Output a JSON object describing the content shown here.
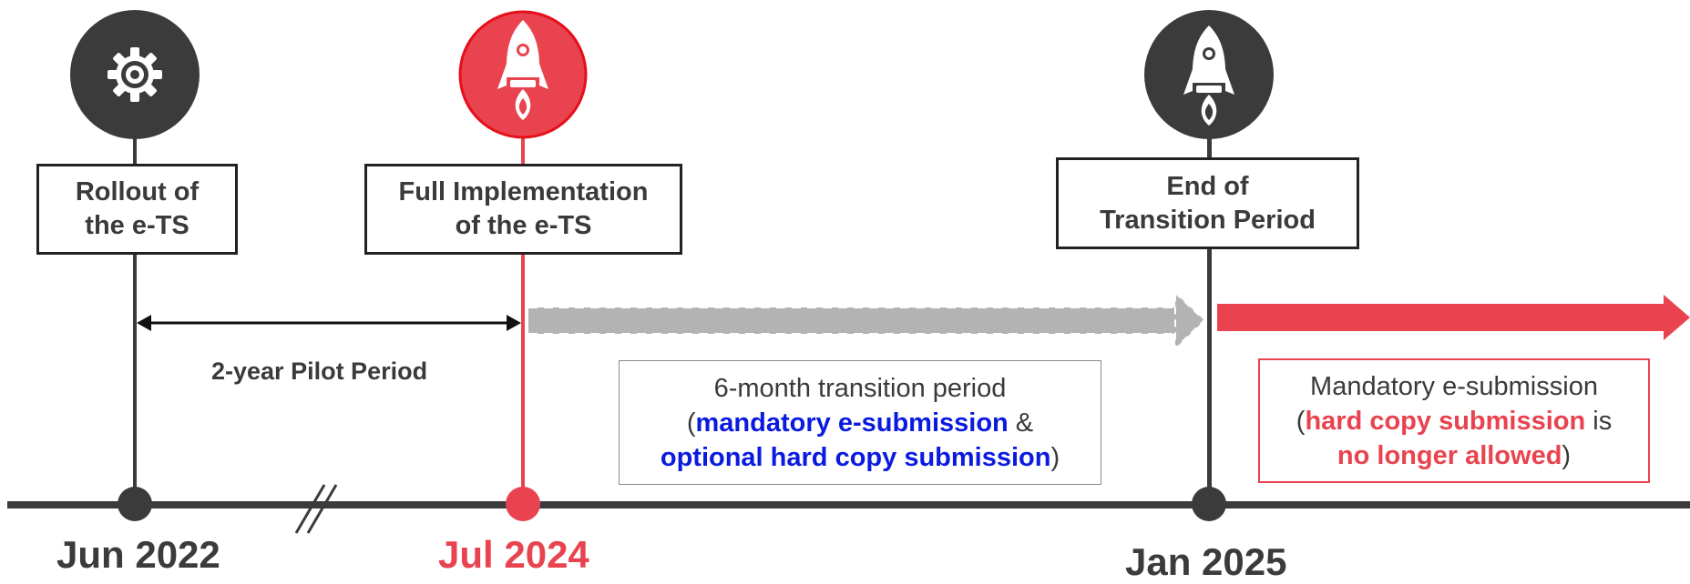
{
  "colors": {
    "dark": "#3b3b3b",
    "red": "#e8434e",
    "gray_arrow": "#b3b3b3",
    "blue": "#0a1adf"
  },
  "milestones": [
    {
      "icon": "gear-icon",
      "title_line1": "Rollout of",
      "title_line2": "the e-TS",
      "date": "Jun 2022",
      "accent": "dark"
    },
    {
      "icon": "rocket-icon",
      "title_line1": "Full Implementation",
      "title_line2": "of the e-TS",
      "date": "Jul 2024",
      "accent": "red"
    },
    {
      "icon": "rocket-icon",
      "title_line1": "End of",
      "title_line2": "Transition Period",
      "date": "Jan 2025",
      "accent": "dark"
    }
  ],
  "pilot_label": "2-year Pilot Period",
  "transition_note": {
    "line1": "6-month transition period",
    "open_paren": "(",
    "bold1": "mandatory e-submission",
    "amp": " &",
    "bold2": "optional hard copy submission",
    "close_paren": ")"
  },
  "mandatory_note": {
    "line1": "Mandatory e-submission",
    "open_paren": "(",
    "red1": "hard copy submission",
    "is": " is",
    "red2": "no longer allowed",
    "close_paren": ")"
  }
}
